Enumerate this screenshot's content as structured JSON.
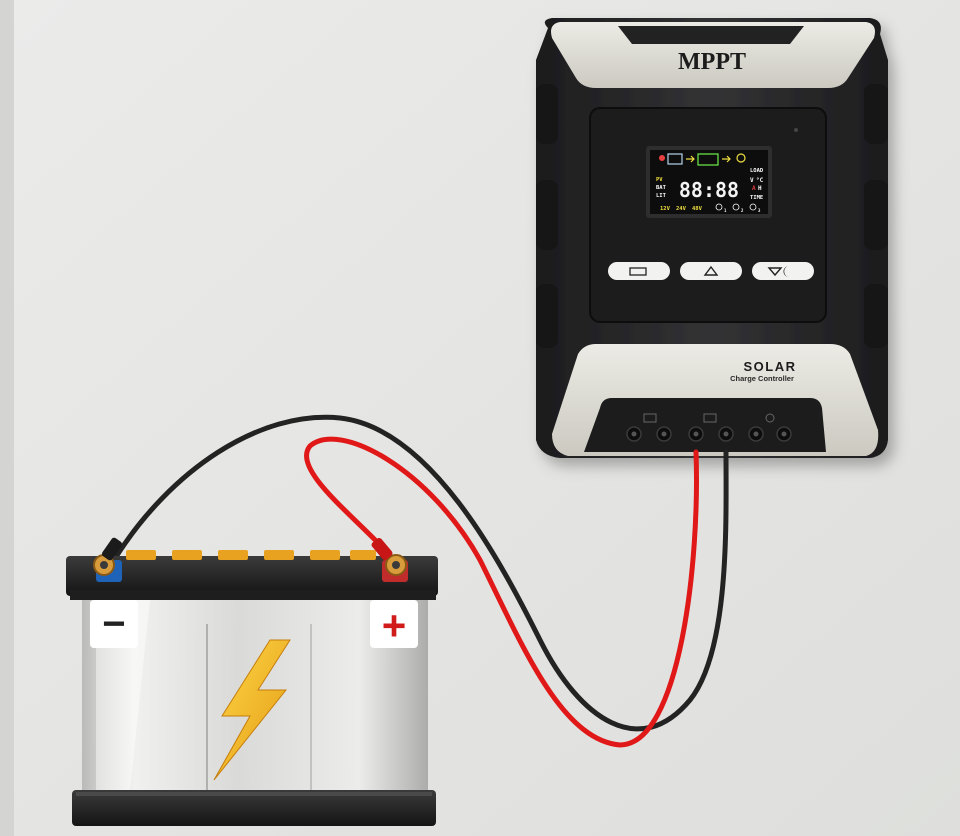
{
  "controller": {
    "brand": "MPPT",
    "model_line1": "SOLAR",
    "model_line2": "Charge Controller",
    "buttons": [
      "battery-mode-icon",
      "up-arrow-icon",
      "down-moon-icon"
    ],
    "lcd": {
      "digits": "88:88",
      "left_labels": [
        "PV",
        "BAT",
        "LIT"
      ],
      "right_labels": [
        "LOAD",
        "V",
        "°C",
        "A",
        "H",
        "TIME"
      ],
      "voltages": [
        "12V",
        "24V",
        "48V"
      ],
      "timers": [
        "1",
        "2",
        "3"
      ]
    }
  },
  "battery": {
    "negative_sign": "−",
    "positive_sign": "+",
    "bolt_icon": "lightning-bolt-icon"
  },
  "colors": {
    "background": "#e6e6e4",
    "controller_body": "#2b2b2c",
    "controller_shell": "#dcdad2",
    "red_wire": "#e01818",
    "black_wire": "#232323",
    "terminal_caps": "#e8a21f",
    "lightning": "#f4b520"
  }
}
